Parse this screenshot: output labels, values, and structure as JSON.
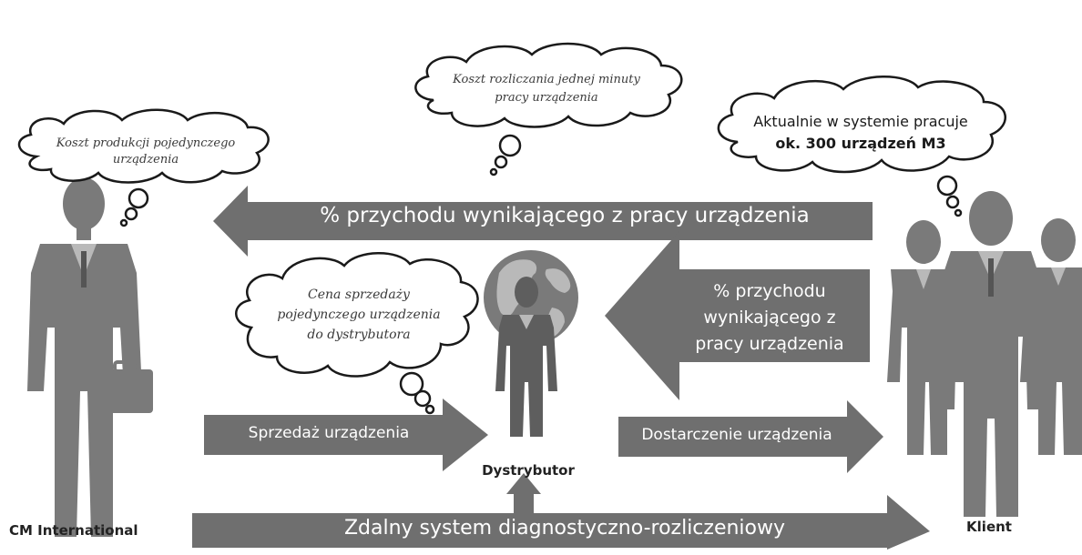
{
  "diagram": {
    "colors": {
      "arrow": "#6f6f6f",
      "figure": "#7a7a7a",
      "figure_light": "#b9b9b9",
      "cloud_stroke": "#1a1a1a",
      "cloud_fill": "#ffffff",
      "text_dark": "#222222"
    },
    "clouds": {
      "cm": "Koszt produkcji pojedynczego urządzenia",
      "cm_line1": "Koszt produkcji pojedynczego",
      "cm_line2": "urządzenia",
      "minute_line1": "Koszt rozliczania jednej minuty",
      "minute_line2": "pracy urządzenia",
      "client_line1": "Aktualnie w systemie pracuje",
      "client_line2": "ok. 300 urządzeń M3",
      "distributor_line1": "Cena sprzedaży",
      "distributor_line2": "pojedynczego urządzenia",
      "distributor_line3": "do dystrybutora"
    },
    "arrows": {
      "top": "% przychodu wynikającego z pracy urządzenia",
      "mid_line1": "% przychodu",
      "mid_line2": "wynikającego z",
      "mid_line3": "pracy urządzenia",
      "sale": "Sprzedaż urządzenia",
      "delivery": "Dostarczenie urządzenia",
      "bottom": "Zdalny system diagnostyczno-rozliczeniowy"
    },
    "actors": {
      "cm": "CM International",
      "distributor": "Dystrybutor",
      "client": "Klient"
    }
  }
}
